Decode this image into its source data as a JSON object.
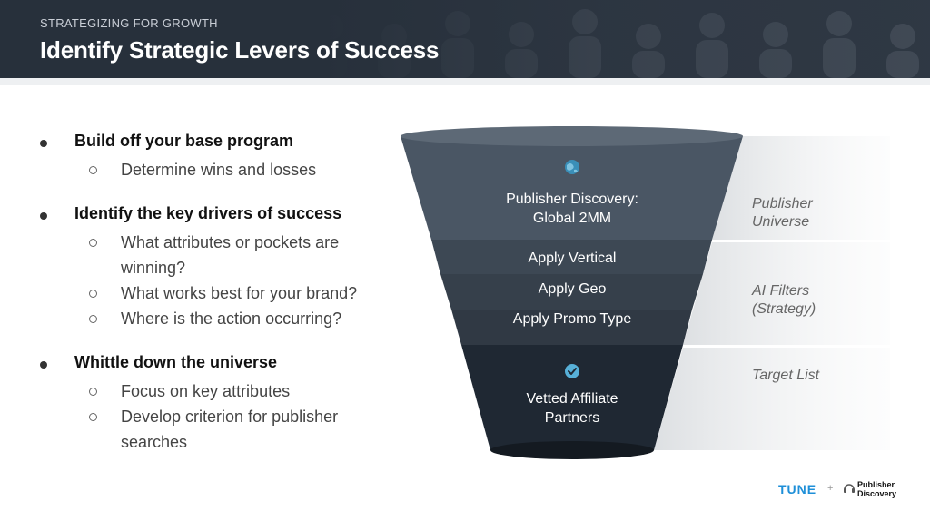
{
  "header": {
    "kicker": "STRATEGIZING FOR GROWTH",
    "title": "Identify Strategic Levers of Success"
  },
  "bullets": [
    {
      "label": "Build off your base program",
      "subs": [
        "Determine wins and losses"
      ]
    },
    {
      "label": "Identify the key drivers of success",
      "subs": [
        "What attributes or pockets are winning?",
        "What works best for your brand?",
        "Where is the action occurring?"
      ]
    },
    {
      "label": "Whittle down the universe",
      "subs": [
        "Focus on key attributes",
        "Develop criterion for publisher searches"
      ]
    }
  ],
  "funnel": {
    "top": {
      "line1": "Publisher Discovery:",
      "line2": "Global 2MM",
      "icon": "globe-icon"
    },
    "filters": [
      "Apply Vertical",
      "Apply Geo",
      "Apply Promo Type"
    ],
    "bottom": {
      "line1": "Vetted Affiliate",
      "line2": "Partners",
      "icon": "check-circle-icon"
    }
  },
  "side_labels": {
    "universe_line1": "Publisher",
    "universe_line2": "Universe",
    "filters_line1": "AI Filters",
    "filters_line2": "(Strategy)",
    "target": "Target List"
  },
  "logos": {
    "tune": "TUNE",
    "plus": "+",
    "pd_line1": "Publisher",
    "pd_line2": "Discovery"
  },
  "colors": {
    "header_bg": "#2b3440",
    "funnel_top": "#4a5664",
    "funnel_mid": "#3a4450",
    "funnel_bottom": "#1f2833",
    "accent_blue": "#1e8fd8"
  }
}
